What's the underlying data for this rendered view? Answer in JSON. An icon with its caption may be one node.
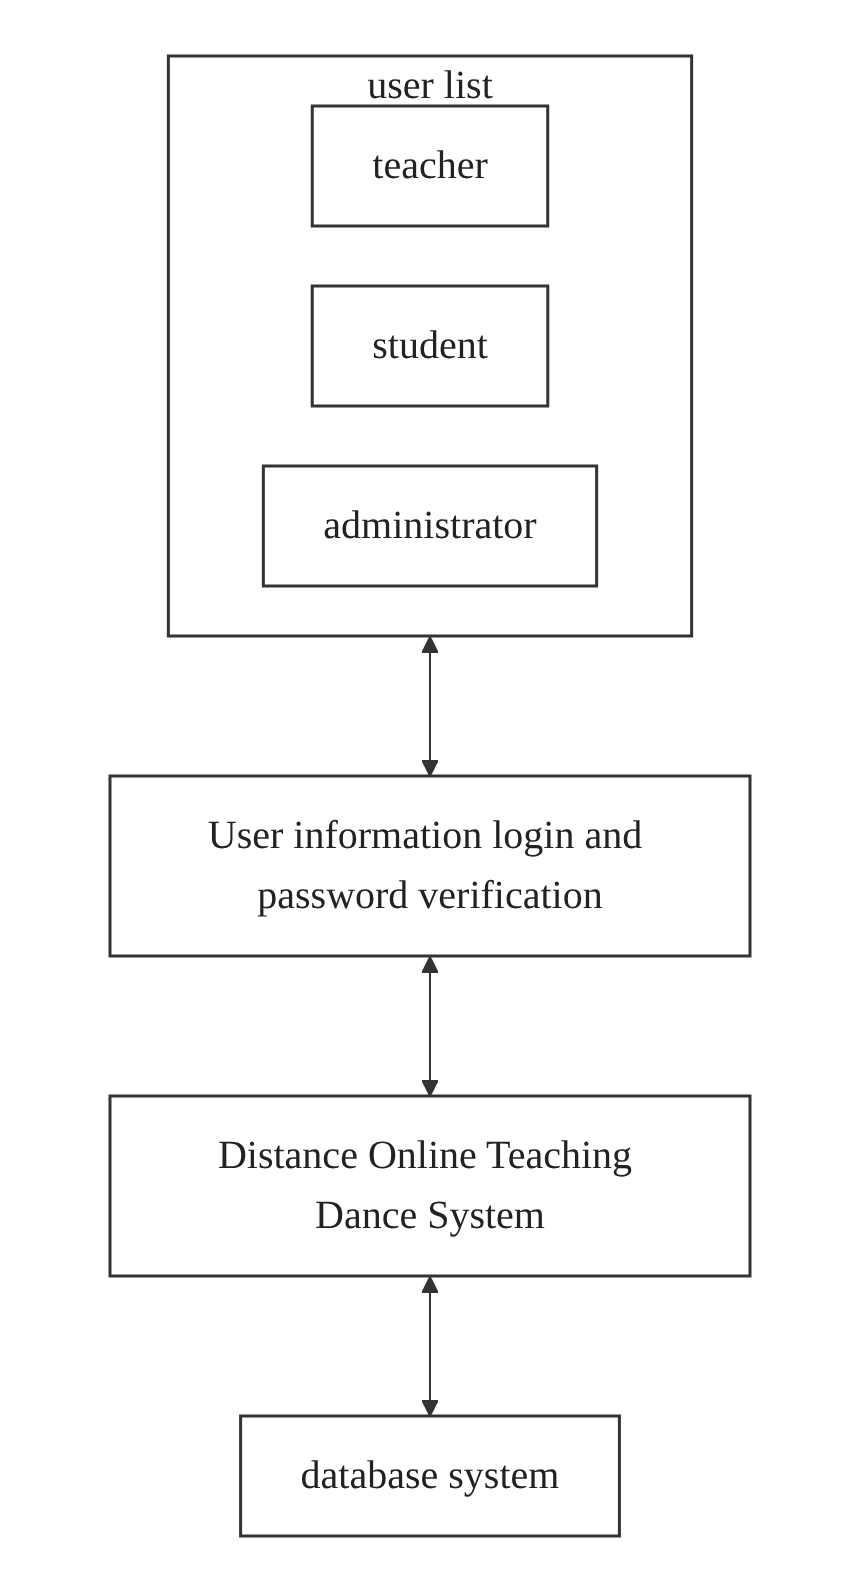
{
  "diagram": {
    "nodes": [
      {
        "text": [
          "user list"
        ]
      },
      {
        "text": [
          "teacher"
        ],
        "in": 0
      },
      {
        "text": [
          "student"
        ],
        "in": 0
      },
      {
        "text": [
          "administrator"
        ],
        "in": 0
      },
      {
        "text": [
          "User information login and password verification"
        ]
      },
      {
        "text": [
          "Distance Online Teaching Dance System"
        ]
      },
      {
        "text": [
          "database system"
        ]
      }
    ],
    "edges": [
      {
        "from": 0,
        "to": 4,
        "arrow": "both"
      },
      {
        "from": 4,
        "to": 5,
        "arrow": "both"
      },
      {
        "from": 5,
        "to": 6,
        "arrow": "both"
      }
    ]
  }
}
